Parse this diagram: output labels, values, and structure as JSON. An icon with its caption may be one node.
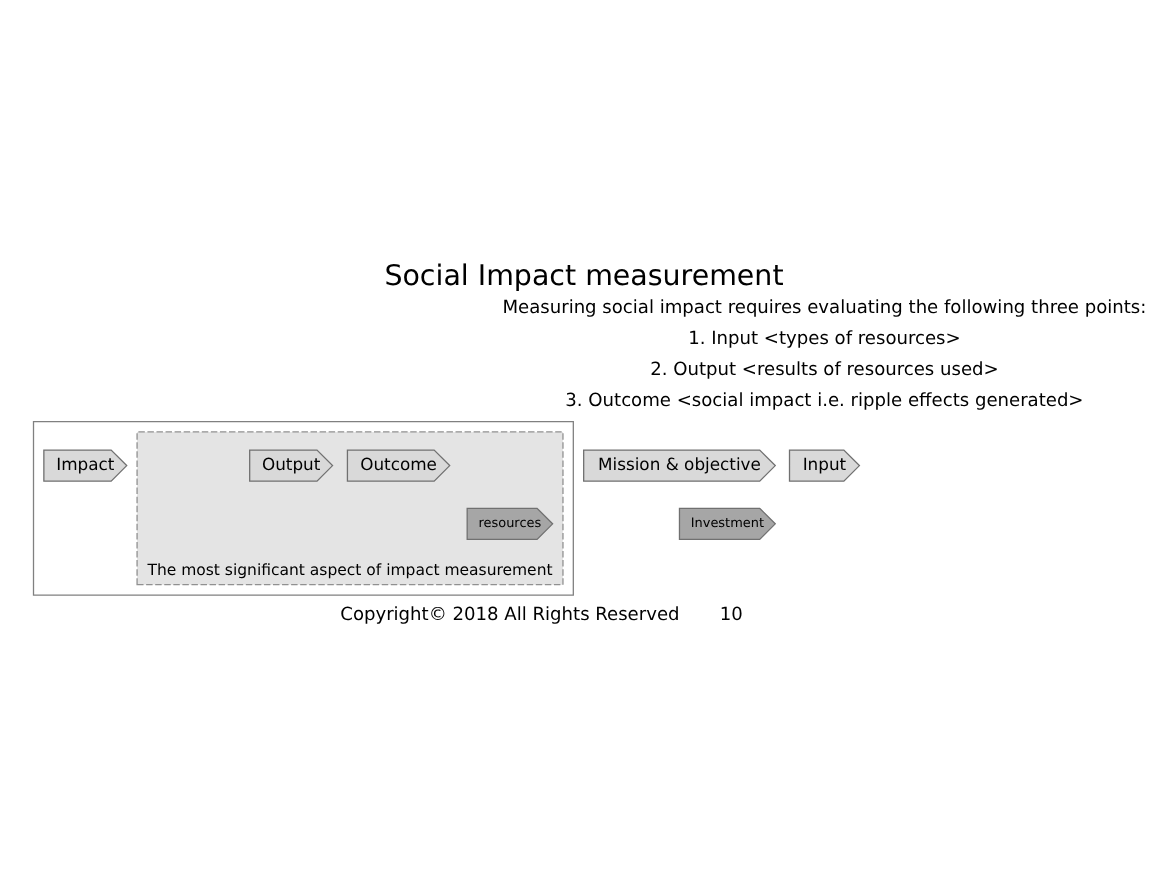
{
  "diagram": {
    "title": "Social Impact measurement",
    "nodes": [
      {
        "text": [],
        "shape": "box"
      },
      {
        "text": [
          "The most significant aspect of impact measurement"
        ],
        "in": 0
      },
      {
        "text": [
          "Mission & objective"
        ]
      },
      {
        "text": [
          "Input"
        ]
      },
      {
        "text": [
          "Output"
        ],
        "in": 1
      },
      {
        "text": [
          "Outcome"
        ],
        "in": 1
      },
      {
        "text": [
          "Impact"
        ],
        "in": 0
      },
      {
        "text": [
          "Investment"
        ]
      },
      {
        "text": [
          "resources"
        ],
        "in": 1
      }
    ],
    "edges": [],
    "labels": [
      "Measuring social impact requires evaluating the following three points:",
      "1. Input <types of resources>",
      "2. Output <results of resources used>",
      "3. Outcome <social impact i.e. ripple effects generated>",
      "Copyright© 2018 All Rights Reserved",
      "10"
    ]
  }
}
